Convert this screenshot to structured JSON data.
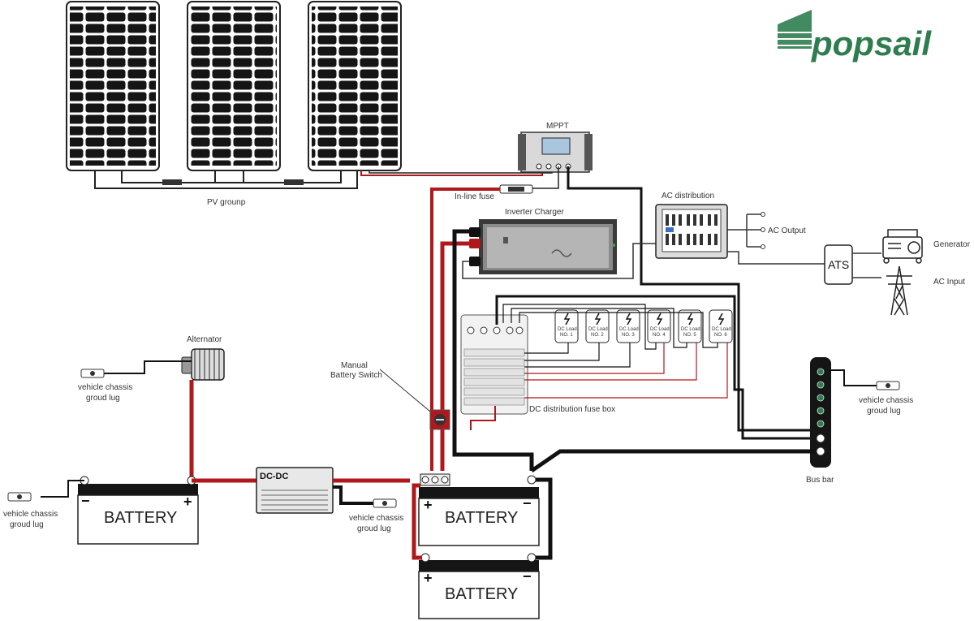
{
  "brand": {
    "name": "popsail",
    "color": "#2e7d4f"
  },
  "colors": {
    "positive_wire": "#b0181c",
    "negative_wire": "#111111",
    "thin_wire": "#333333"
  },
  "labels": {
    "pv_group": "PV grounp",
    "mppt": "MPPT",
    "inline_fuse": "In-line fuse",
    "inverter_charger": "Inverter Charger",
    "ac_distribution": "AC distribution",
    "ac_output": "AC Output",
    "ats": "ATS",
    "generator": "Generator",
    "ac_input": "AC Input",
    "alternator": "Alternator",
    "manual_switch_line1": "Manual",
    "manual_switch_line2": "Battery Switch",
    "dc_fuse_box": "DC distribution fuse box",
    "bus_bar": "Bus bar",
    "dc_dc": "DC-DC",
    "battery": "BATTERY",
    "plus": "+",
    "minus": "−"
  },
  "dc_loads": [
    {
      "line1": "DC Load",
      "line2": "NO. 1"
    },
    {
      "line1": "DC Load",
      "line2": "NO. 2"
    },
    {
      "line1": "DC Load",
      "line2": "NO. 3"
    },
    {
      "line1": "DC Load",
      "line2": "NO. 4"
    },
    {
      "line1": "DC Load",
      "line2": "NO. 5"
    },
    {
      "line1": "DC Load",
      "line2": "NO. 6"
    }
  ],
  "chassis_lugs": [
    {
      "line1": "vehicle chassis",
      "line2": "groud lug"
    },
    {
      "line1": "vehicle chassis",
      "line2": "groud lug"
    },
    {
      "line1": "vehicle chassis",
      "line2": "groud lug"
    },
    {
      "line1": "vehicle chassis",
      "line2": "groud lug"
    }
  ]
}
